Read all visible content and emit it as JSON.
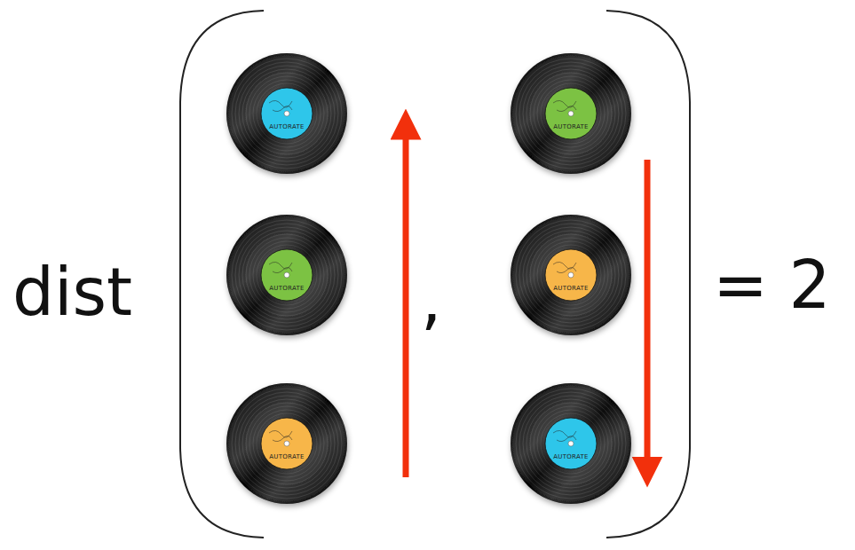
{
  "diagram": {
    "nodes": [
      {
        "text": [
          "AUTORATE"
        ]
      },
      {
        "text": [
          "AUTORATE"
        ]
      },
      {
        "text": [
          "AUTORATE"
        ]
      },
      {
        "text": [
          "AUTORATE"
        ]
      },
      {
        "text": [
          "AUTORATE"
        ]
      },
      {
        "text": [
          "AUTORATE"
        ]
      }
    ],
    "labels": [
      "dist",
      ",",
      "= 2"
    ]
  }
}
